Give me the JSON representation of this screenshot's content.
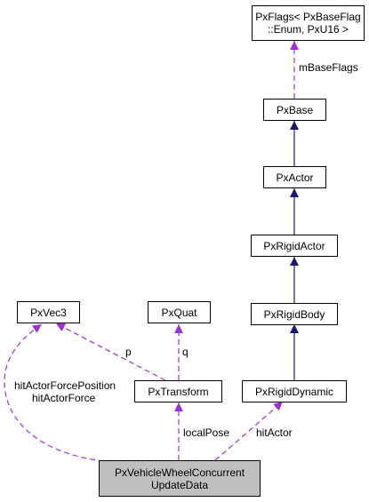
{
  "nodes": {
    "pxflags": {
      "line1": "PxFlags< PxBaseFlag",
      "line2": "::Enum, PxU16 >"
    },
    "pxbase": "PxBase",
    "pxactor": "PxActor",
    "pxrigidactor": "PxRigidActor",
    "pxrigidbody": "PxRigidBody",
    "pxrigiddynamic": "PxRigidDynamic",
    "pxvec3": "PxVec3",
    "pxquat": "PxQuat",
    "pxtransform": "PxTransform",
    "main": {
      "line1": "PxVehicleWheelConcurrent",
      "line2": "UpdateData"
    }
  },
  "edge_labels": {
    "mbaseflags": "mBaseFlags",
    "p": "p",
    "q": "q",
    "hitactorforce_line1": "hitActorForcePosition",
    "hitactorforce_line2": "hitActorForce",
    "localpose": "localPose",
    "hitactor": "hitActor"
  },
  "colors": {
    "inheritance": "#191970",
    "usage": "#9a32cd",
    "highlight_fill": "#bfbfbf"
  }
}
